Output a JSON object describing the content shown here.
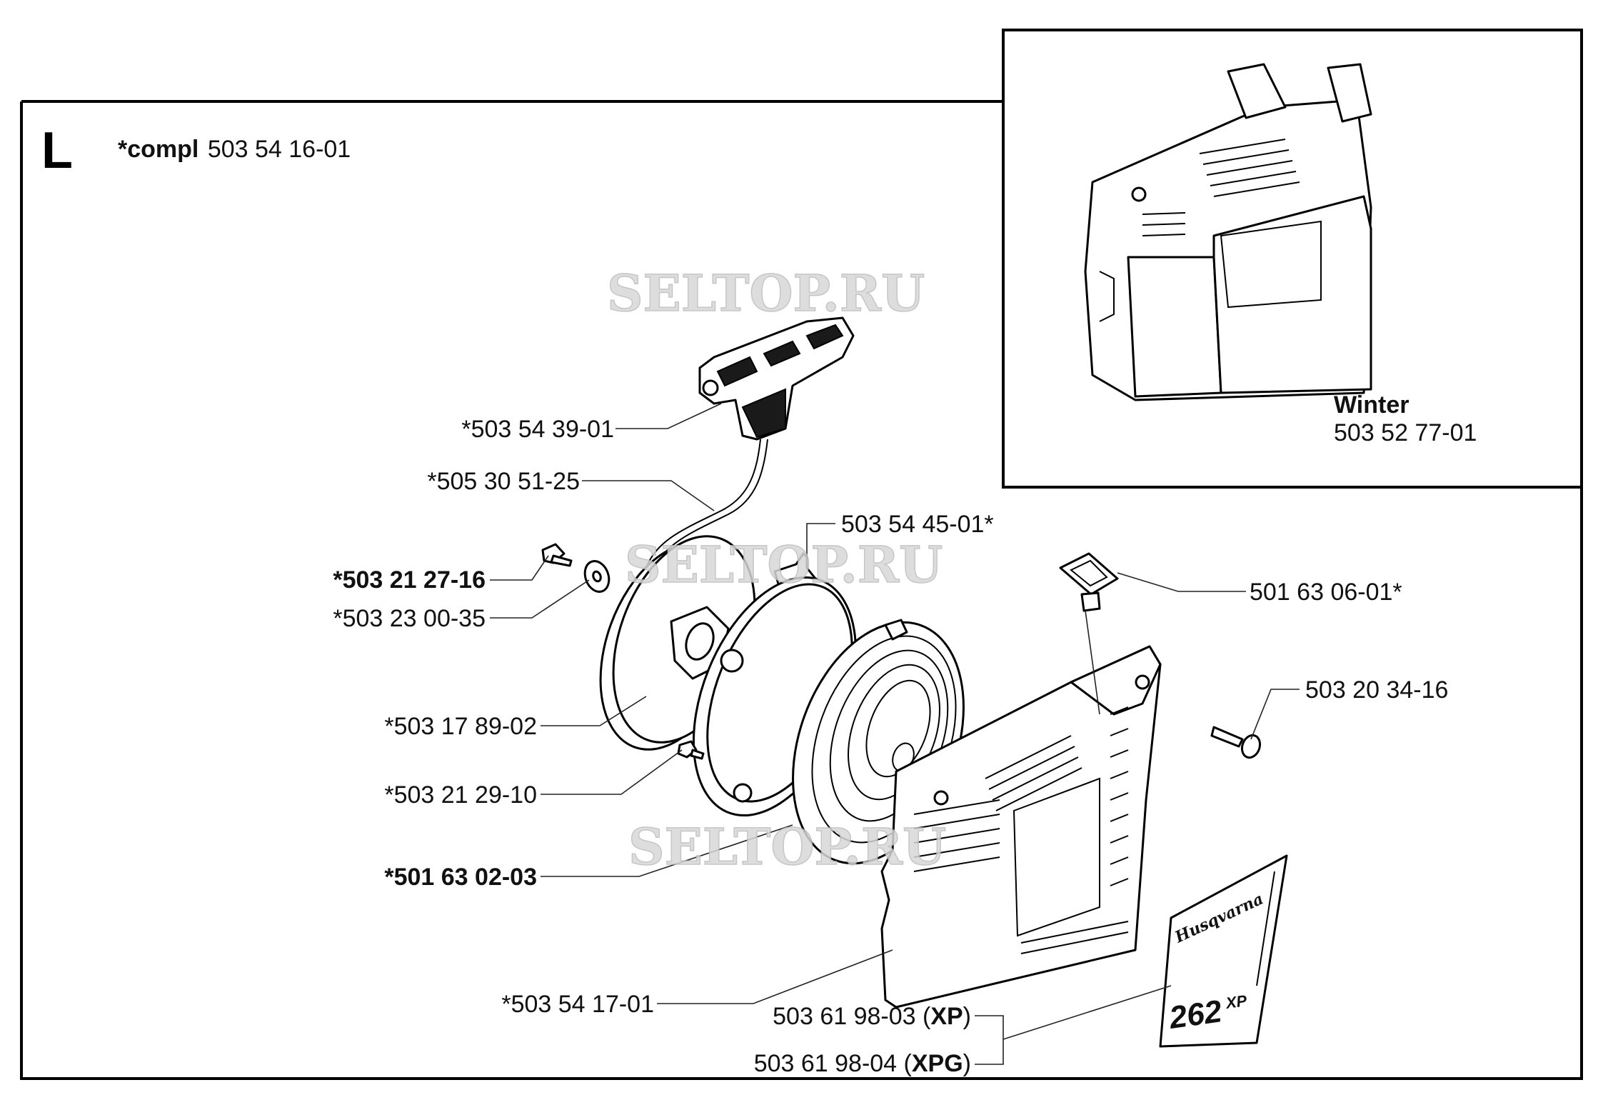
{
  "section": {
    "letter": "L",
    "compl_prefix": "*compl",
    "compl_number": "503 54 16-01"
  },
  "watermark": {
    "text": "SELTOP.RU"
  },
  "inset": {
    "title": "Winter",
    "part_number": "503 52 77-01"
  },
  "parts": [
    {
      "id": "handle",
      "number": "*503 54 39-01",
      "bold": false
    },
    {
      "id": "cord",
      "number": "*505 30 51-25",
      "bold": false
    },
    {
      "id": "screw-top",
      "number": "*503 21 27-16",
      "bold": true
    },
    {
      "id": "washer",
      "number": "*503 23 00-35",
      "bold": false
    },
    {
      "id": "pulley",
      "number": "*503 17 89-02",
      "bold": false
    },
    {
      "id": "screw-small",
      "number": "*503 21 29-10",
      "bold": false
    },
    {
      "id": "spring",
      "number": "*501 63 02-03",
      "bold": true
    },
    {
      "id": "cover",
      "number": "*503 54 17-01",
      "bold": false
    },
    {
      "id": "spring-cover",
      "number": "503 54 45-01*",
      "bold": false
    },
    {
      "id": "rope-guide",
      "number": "501 63 06-01*",
      "bold": false
    },
    {
      "id": "cover-screw",
      "number": "503 20 34-16",
      "bold": false
    }
  ],
  "decal": {
    "line1_number": "503 61 98-03 (",
    "line1_model": "XP",
    "line1_close": ")",
    "line2_number": "503 61 98-04 (",
    "line2_model": "XPG",
    "line2_close": ")",
    "brand": "Husqvarna",
    "model_number": "262",
    "model_suffix": "XP"
  }
}
